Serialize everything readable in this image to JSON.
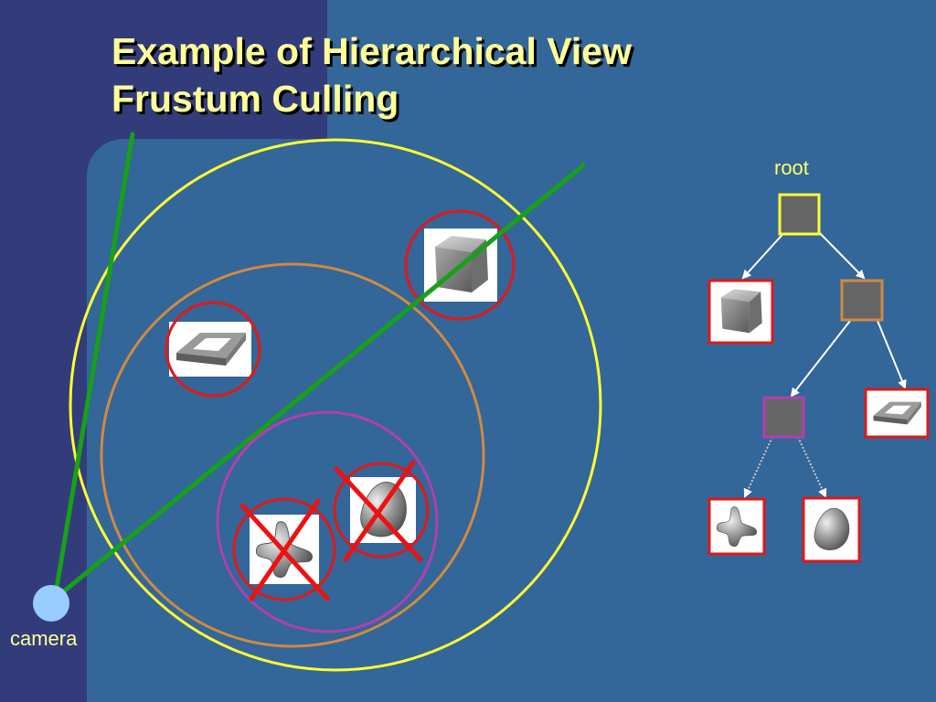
{
  "slide": {
    "title_line1": "Example of Hierarchical View",
    "title_line2": "Frustum Culling"
  },
  "labels": {
    "root": "root",
    "camera": "camera"
  },
  "colors": {
    "background": "#336699",
    "band": "#333c7a",
    "title": "#ffff99",
    "frustum": "#18a018",
    "bv_root": "#ffff33",
    "bv_orange": "#d08a40",
    "bv_magenta": "#b040b0",
    "bv_leaf": "#e01818",
    "cull_mark": "#ee1111",
    "camera": "#99ccff"
  },
  "icons": [
    "box-icon",
    "frame-icon",
    "tripod-blob-icon",
    "rounded-blob-icon"
  ]
}
